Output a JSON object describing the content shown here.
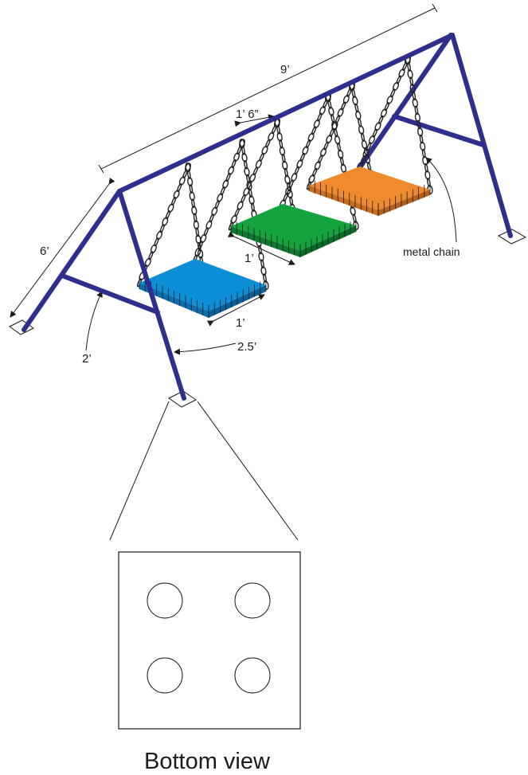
{
  "labels": {
    "span": "9’",
    "width": "6’",
    "brace": "2’",
    "leg": "2.5’",
    "spacing": "1’ 6”",
    "seat_depth": "1’",
    "seat_width": "1’",
    "chain_label": "metal chain",
    "bottom_view": "Bottom view"
  },
  "colors": {
    "frame": "#2e2e8c",
    "seat_left": "#0c8fd6",
    "seat_middle": "#14a33f",
    "seat_right": "#ef8a2e"
  }
}
